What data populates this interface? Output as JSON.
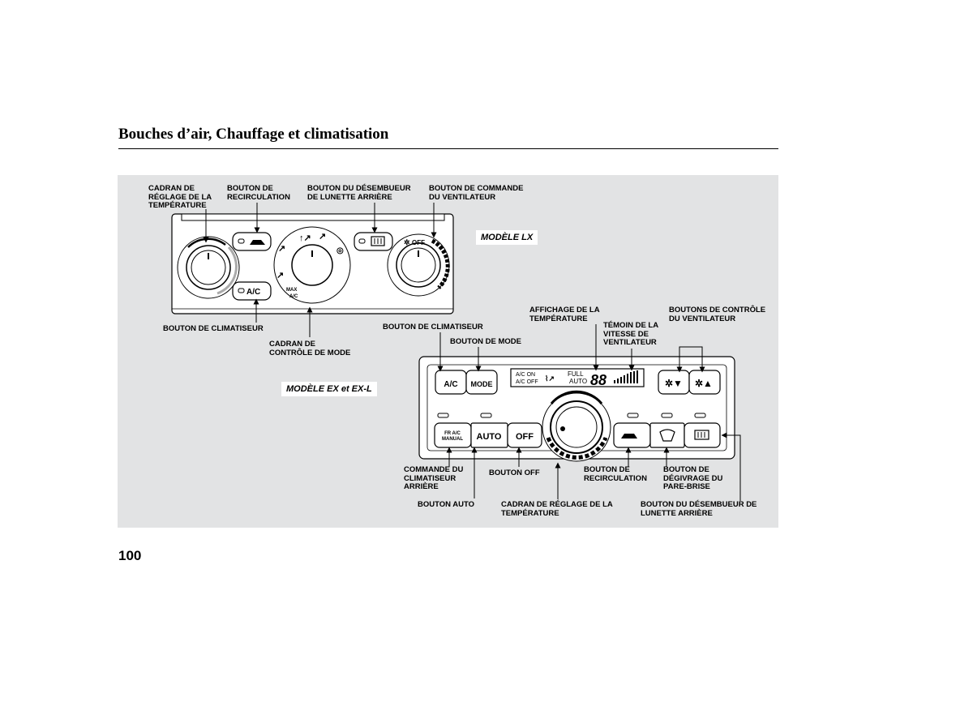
{
  "header": {
    "title": "Bouches d’air, Chauffage et climatisation"
  },
  "page_number": "100",
  "lx": {
    "model": "MODÈLE LX",
    "labels": {
      "temp_dial": "CADRAN DE\nRÉGLAGE DE LA\nTEMPÉRATURE",
      "recirc": "BOUTON DE\nRECIRCULATION",
      "rear_defrost": "BOUTON DU DÉSEMBUEUR\nDE LUNETTE ARRIÈRE",
      "fan_control": "BOUTON DE COMMANDE\nDU VENTILATEUR",
      "ac": "BOUTON DE CLIMATISEUR",
      "mode_dial": "CADRAN DE\nCONTRÔLE DE MODE"
    },
    "panel": {
      "ac_button": "A/C",
      "off": "OFF",
      "max": "MAX",
      "max_ac": "A/C"
    }
  },
  "ex": {
    "model": "MODÈLE EX et EX-L",
    "labels": {
      "ac": "BOUTON DE CLIMATISEUR",
      "mode": "BOUTON DE MODE",
      "temp_display": "AFFICHAGE DE LA\nTEMPÉRATURE",
      "fan_indicator": "TÉMOIN DE LA\nVITESSE DE\nVENTILATEUR",
      "fan_buttons": "BOUTONS DE CONTRÔLE\nDU VENTILATEUR",
      "rear_ac": "COMMANDE DU\nCLIMATISEUR\nARRIÈRE",
      "off": "BOUTON OFF",
      "recirc": "BOUTON DE\nRECIRCULATION",
      "windshield": "BOUTON DE\nDÉGIVRAGE DU\nPARE-BRISE",
      "auto": "BOUTON AUTO",
      "temp_dial": "CADRAN DE RÉGLAGE DE LA\nTEMPÉRATURE",
      "rear_defrost": "BOUTON DU DÉSEMBUEUR DE\nLUNETTE ARRIÈRE"
    },
    "panel": {
      "ac_button": "A/C",
      "mode_button": "MODE",
      "auto_button": "AUTO",
      "off_button": "OFF",
      "rear_ac_line1": "FR A/C",
      "rear_ac_line2": "MANUAL",
      "display_ac_on": "A/C ON",
      "display_ac_off": "A/C OFF",
      "display_full": "FULL",
      "display_auto": "AUTO",
      "display_digits": "88"
    }
  }
}
